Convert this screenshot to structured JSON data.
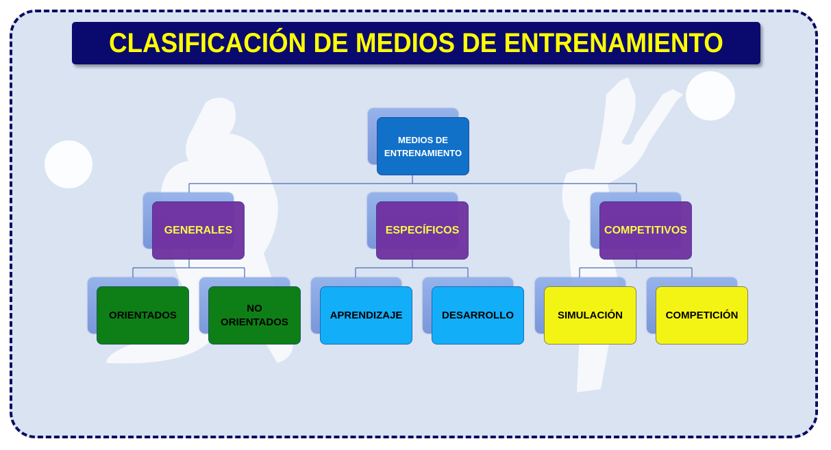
{
  "title": "CLASIFICACIÓN DE MEDIOS DE ENTRENAMIENTO",
  "root": {
    "label_line1": "MEDIOS DE",
    "label_line2": "ENTRENAMIENTO"
  },
  "level2": [
    {
      "label": "GENERALES"
    },
    {
      "label": "ESPECÍFICOS"
    },
    {
      "label": "COMPETITIVOS"
    }
  ],
  "level3": [
    {
      "label_line1": "ORIENTADOS",
      "label_line2": ""
    },
    {
      "label_line1": "NO",
      "label_line2": "ORIENTADOS"
    },
    {
      "label_line1": "APRENDIZAJE",
      "label_line2": ""
    },
    {
      "label_line1": "DESARROLLO",
      "label_line2": ""
    },
    {
      "label_line1": "SIMULACIÓN",
      "label_line2": ""
    },
    {
      "label_line1": "COMPETICIÓN",
      "label_line2": ""
    }
  ],
  "colors": {
    "frame_border": "#0b0b5e",
    "background": "#dae3f2",
    "title_bg": "#0a0a6e",
    "title_text": "#ffff00",
    "root": "#1170c8",
    "level2": "#7030a0",
    "general": "#0e7f16",
    "specific": "#12aef8",
    "competitive": "#f4f414"
  }
}
